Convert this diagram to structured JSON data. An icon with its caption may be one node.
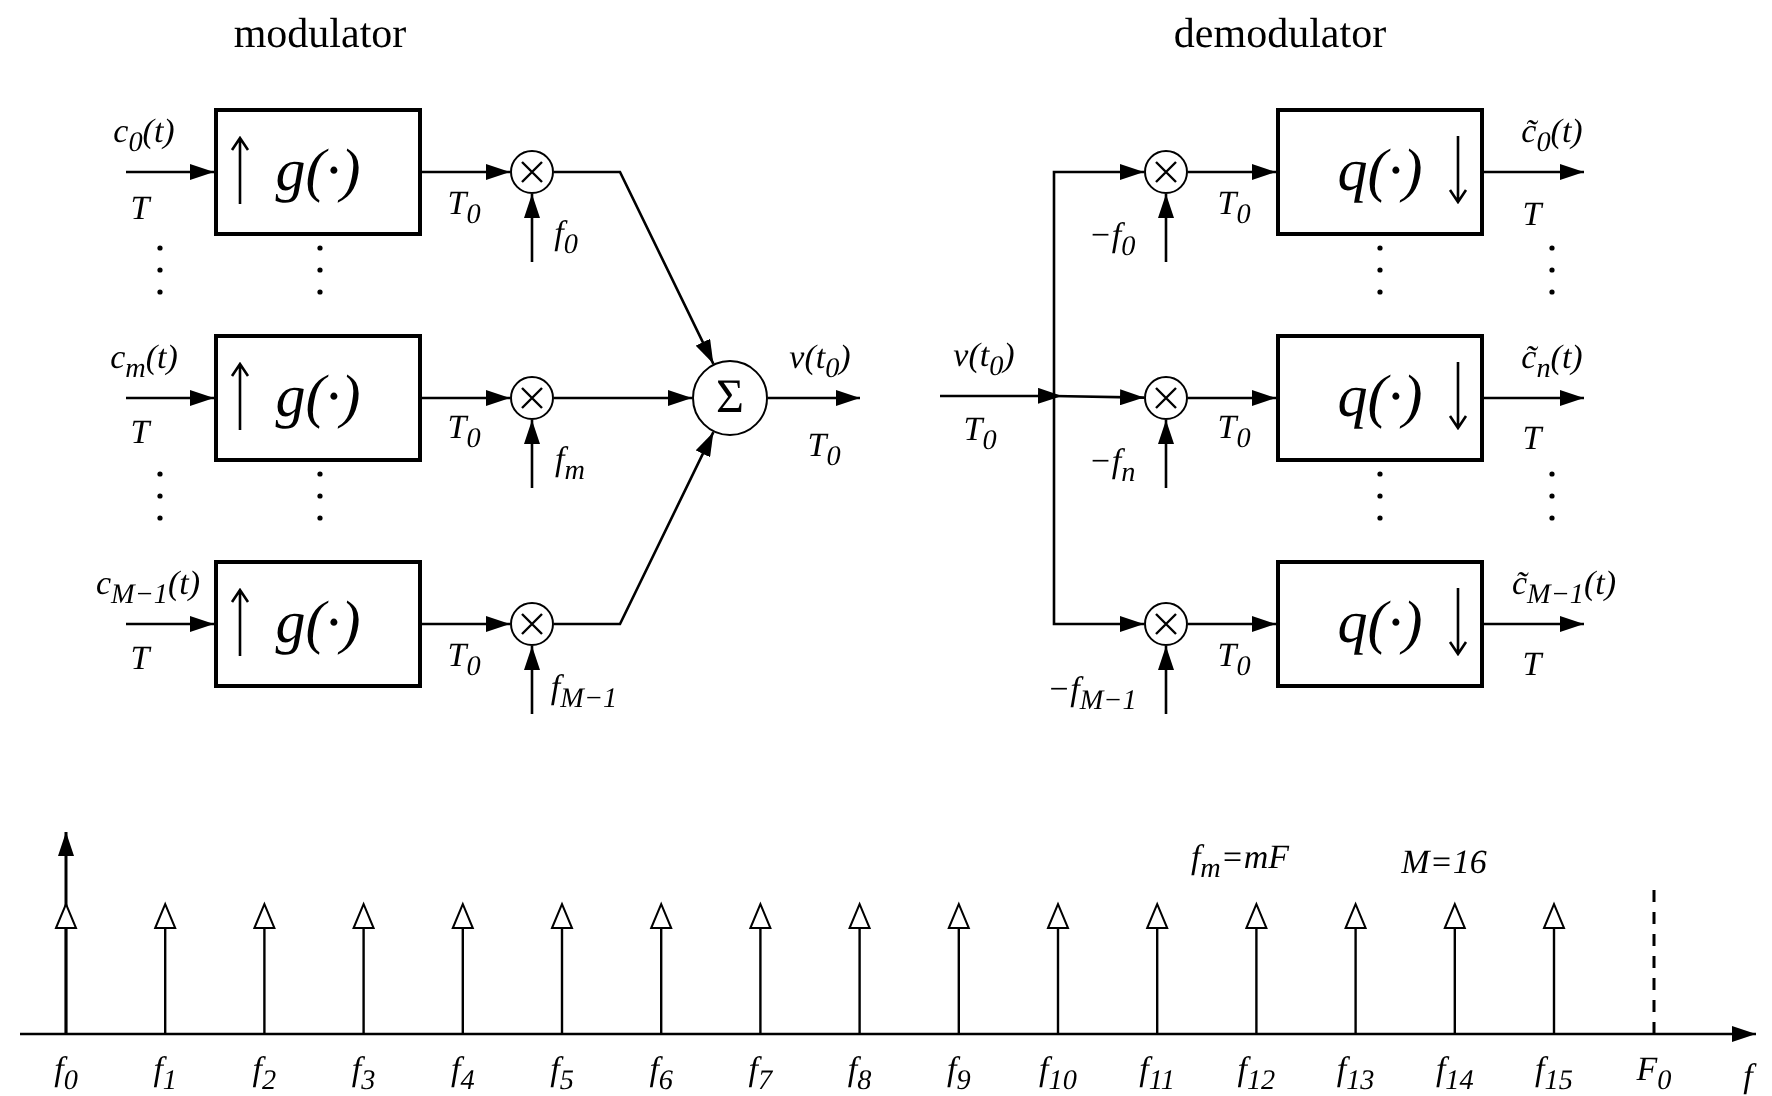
{
  "diagram": {
    "nodes": [
      {
        "text": [
          "g(·)"
        ]
      },
      {
        "text": [
          "g(·)"
        ]
      },
      {
        "text": [
          "g(·)"
        ]
      },
      {
        "text": [],
        "shape": "circle"
      },
      {
        "text": [],
        "shape": "circle"
      },
      {
        "text": [],
        "shape": "circle"
      },
      {
        "text": [
          "Σ"
        ]
      },
      {
        "text": [],
        "shape": "circle"
      },
      {
        "text": [],
        "shape": "circle"
      },
      {
        "text": [],
        "shape": "circle"
      },
      {
        "text": [
          "q(·)"
        ]
      },
      {
        "text": [
          "q(·)"
        ]
      },
      {
        "text": [
          "q(·)"
        ]
      }
    ],
    "edges": [
      {
        "from": null,
        "to": 0,
        "arrow": "to",
        "label": "c$_{0}$(t)"
      },
      {
        "from": null,
        "to": 1,
        "arrow": "to",
        "label": "c$_{m}$(t)"
      },
      {
        "from": null,
        "to": 2,
        "arrow": "to",
        "label": "c$_{M−1}$(t)"
      },
      {
        "from": 0,
        "to": 3,
        "arrow": "to"
      },
      {
        "from": 1,
        "to": 4,
        "arrow": "to"
      },
      {
        "from": 2,
        "to": 5,
        "arrow": "to"
      },
      {
        "from": null,
        "to": 3,
        "arrow": "to",
        "label": "f$_{0}$"
      },
      {
        "from": null,
        "to": 4,
        "arrow": "to",
        "label": "f$_{m}$"
      },
      {
        "from": null,
        "to": 5,
        "arrow": "to",
        "label": "f$_{M−1}$"
      },
      {
        "from": 3,
        "to": 6,
        "arrow": "to"
      },
      {
        "from": 4,
        "to": 6,
        "arrow": "to"
      },
      {
        "from": 5,
        "to": 6,
        "arrow": "to"
      },
      {
        "from": 6,
        "to": null,
        "arrow": "to",
        "label": "v(t$_{0}$)"
      },
      {
        "from": null,
        "to": 7,
        "arrow": "to"
      },
      {
        "from": null,
        "to": 8,
        "arrow": "to",
        "label": "v(t$_{0}$)"
      },
      {
        "from": null,
        "to": 9,
        "arrow": "to"
      },
      {
        "from": null,
        "to": 7,
        "arrow": "to",
        "label": "−f$_{0}$"
      },
      {
        "from": null,
        "to": 8,
        "arrow": "to",
        "label": "−f$_{n}$"
      },
      {
        "from": null,
        "to": 9,
        "arrow": "to",
        "label": "−f$_{M−1}$"
      },
      {
        "from": 7,
        "to": 10,
        "arrow": "to"
      },
      {
        "from": 8,
        "to": 11,
        "arrow": "to"
      },
      {
        "from": 9,
        "to": 12,
        "arrow": "to"
      },
      {
        "from": 10,
        "to": null,
        "arrow": "to",
        "label": "c̃$_{0}$(t)"
      },
      {
        "from": 11,
        "to": null,
        "arrow": "to",
        "label": "c̃$_{n}$(t)"
      },
      {
        "from": 12,
        "to": null,
        "arrow": "to",
        "label": "c̃$_{M−1}$(t)"
      }
    ],
    "labels": [
      "modulator",
      "demodulator",
      "T",
      "T$_{0}$",
      "T$_{0}$",
      "T",
      "T",
      "T$_{0}$",
      "T$_{0}$",
      "T$_{0}$",
      "T$_{0}$",
      "T",
      "T",
      "T$_{0}$",
      "T$_{0}$",
      "T",
      "f$_{m}$=mF",
      "M=16",
      "f$_{0}$",
      "f$_{1}$",
      "f$_{2}$",
      "f$_{3}$",
      "f$_{4}$",
      "f$_{5}$",
      "f$_{6}$",
      "f$_{7}$",
      "f$_{8}$",
      "f$_{9}$",
      "f$_{10}$",
      "f$_{11}$",
      "f$_{12}$",
      "f$_{13}$",
      "f$_{14}$",
      "f$_{15}$",
      "F$_{0}$",
      "f"
    ]
  }
}
